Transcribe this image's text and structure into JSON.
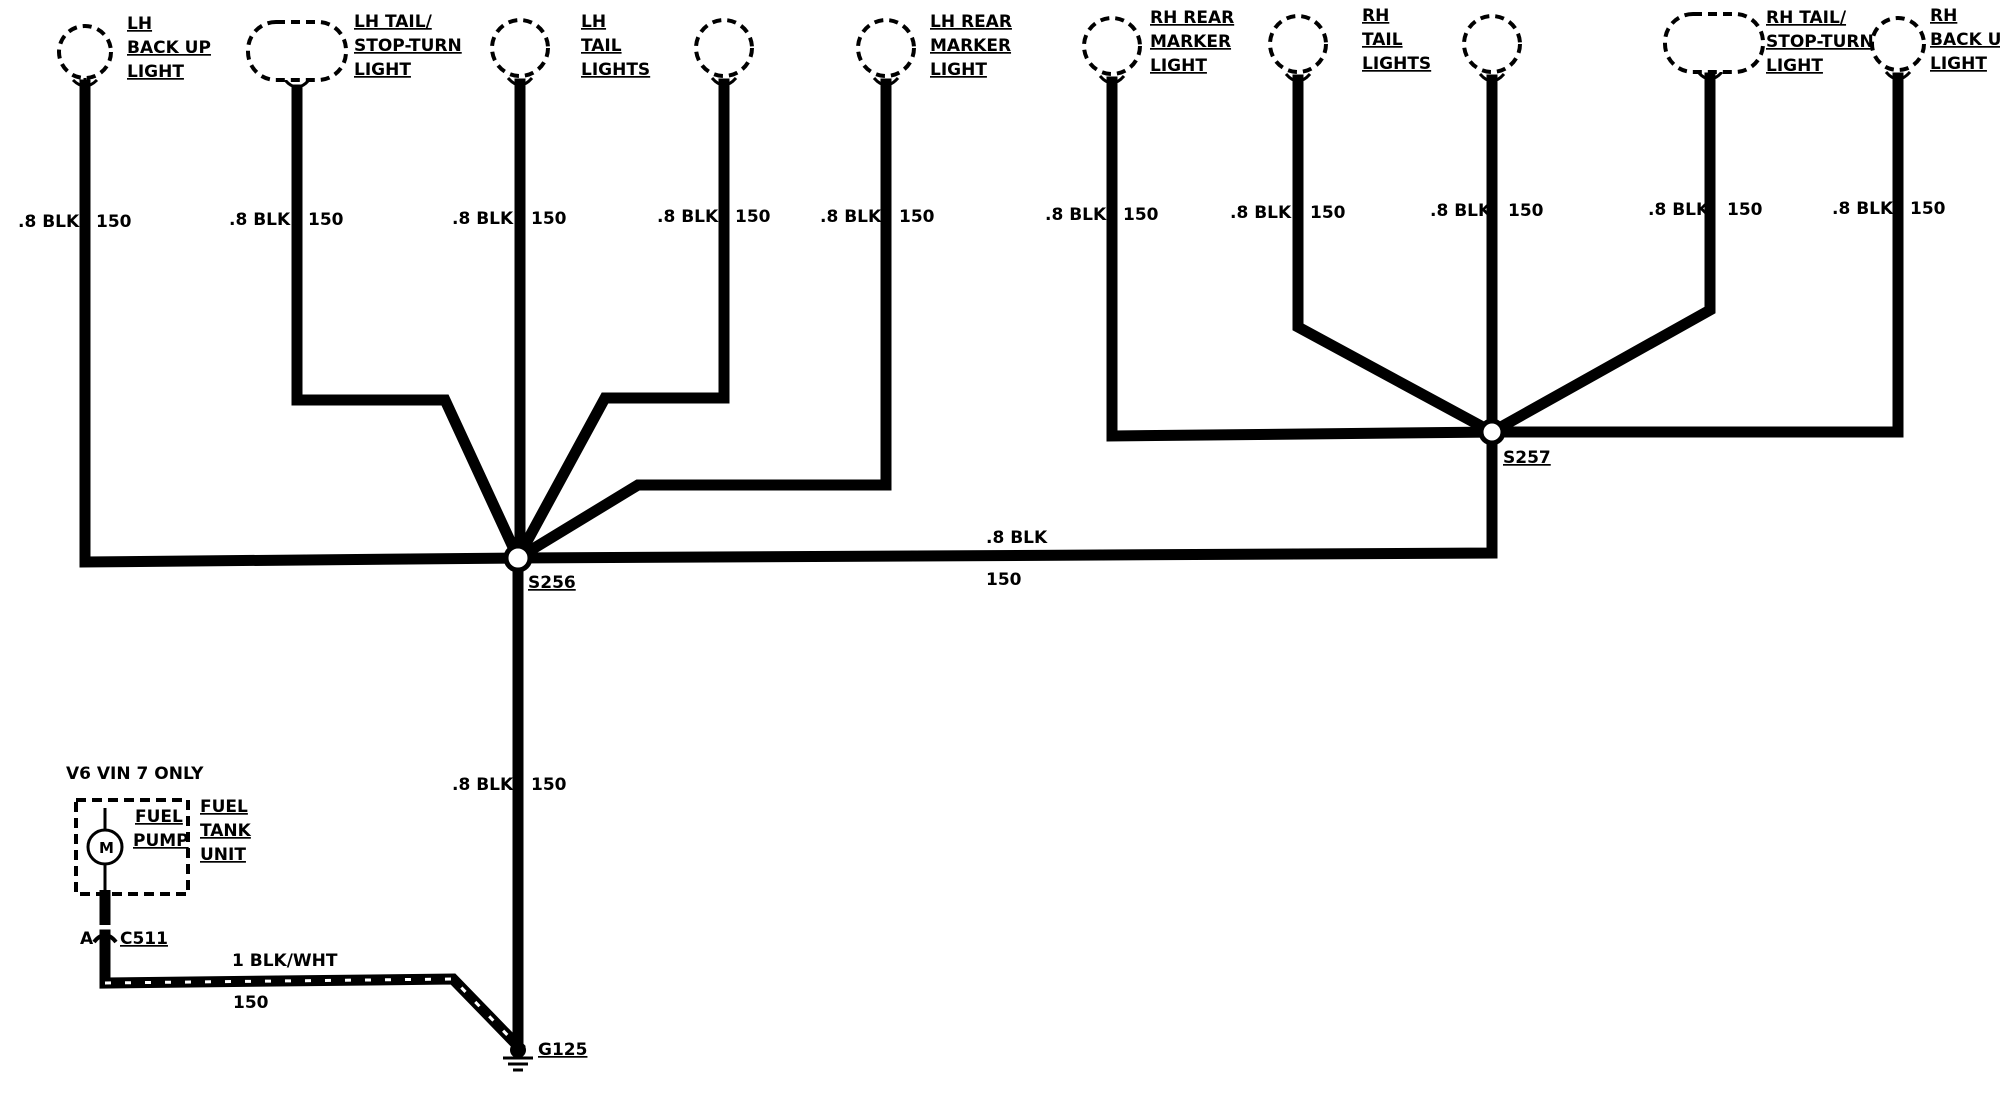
{
  "components": {
    "lh_back_up": [
      "LH",
      "BACK UP",
      "LIGHT"
    ],
    "lh_tail_stop_turn": [
      "LH TAIL/",
      "STOP-TURN",
      "LIGHT"
    ],
    "lh_tail_lights": [
      "LH",
      "TAIL",
      "LIGHTS"
    ],
    "lh_rear_marker": [
      "LH REAR",
      "MARKER",
      "LIGHT"
    ],
    "rh_rear_marker": [
      "RH REAR",
      "MARKER",
      "LIGHT"
    ],
    "rh_tail_lights": [
      "RH",
      "TAIL",
      "LIGHTS"
    ],
    "rh_tail_stop_turn": [
      "RH TAIL/",
      "STOP-TURN",
      "LIGHT"
    ],
    "rh_back_up": [
      "RH",
      "BACK UP",
      "LIGHT"
    ],
    "fuel_tank_unit": [
      "FUEL",
      "TANK",
      "UNIT"
    ],
    "fuel_pump": [
      "FUEL",
      "PUMP"
    ],
    "motor_symbol": "M"
  },
  "wires": {
    "color": ".8 BLK",
    "circuit": "150",
    "pump_wire_color": "1 BLK/WHT"
  },
  "splices": {
    "s256": "S256",
    "s257": "S257"
  },
  "ground": "G125",
  "connector": {
    "name": "C511",
    "pin": "A"
  },
  "note": "V6 VIN 7 ONLY"
}
